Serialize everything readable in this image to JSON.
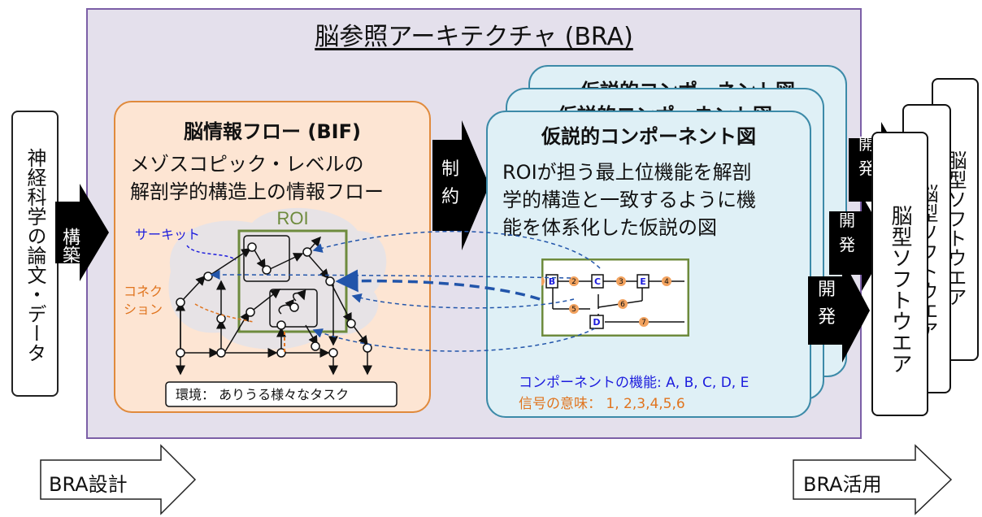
{
  "title": "脳参照アーキテクチャ (BRA)",
  "source": {
    "text": "神経科学の論文・データ",
    "arrow_label": "構築"
  },
  "bif": {
    "title": "脳情報フロー (BIF)",
    "desc_line1": "メゾスコピック・レベルの",
    "desc_line2": "解剖学的構造上の情報フロー",
    "roi_label": "ROI",
    "circuit_label": "サーキット",
    "connection_label_line1": "コネク",
    "connection_label_line2": "ション",
    "environment_label": "環境： ありうる様々なタスク"
  },
  "constraint_arrow": {
    "line1": "制",
    "line2": "約"
  },
  "hypothesis": {
    "title": "仮説的コンポーネント図",
    "desc_line1": "ROIが担う最上位機能を解剖",
    "desc_line2": "学的構造と一致するように機",
    "desc_line3": "能を体系化した仮説の図",
    "legend_func": "コンポーネントの機能: A, B, C, D, E",
    "legend_signal": "信号の意味：  1, 2,3,4,5,6",
    "component_labels": [
      "B",
      "C",
      "E",
      "D"
    ],
    "signal_labels": [
      "1",
      "2",
      "3",
      "4",
      "5",
      "6",
      "7"
    ]
  },
  "develop_arrows": [
    {
      "line1": "開",
      "line2": "発"
    },
    {
      "line1": "開",
      "line2": "発"
    },
    {
      "line1": "開",
      "line2": "発"
    }
  ],
  "software": {
    "label": "脳型ソフトウエア"
  },
  "bottom": {
    "left_label": "BRA設計",
    "right_label": "BRA活用"
  },
  "colors": {
    "bra_bg": "#e4e0ec",
    "bra_border": "#7c5fa7",
    "bif_bg": "#fde5d3",
    "bif_border": "#e08a3c",
    "hyp_bg": "#dff0f6",
    "hyp_border": "#3c8aa8",
    "roi_border": "#6e8b3d",
    "circuit_blue": "#1c1cdd",
    "connection_orange": "#e0741e"
  }
}
